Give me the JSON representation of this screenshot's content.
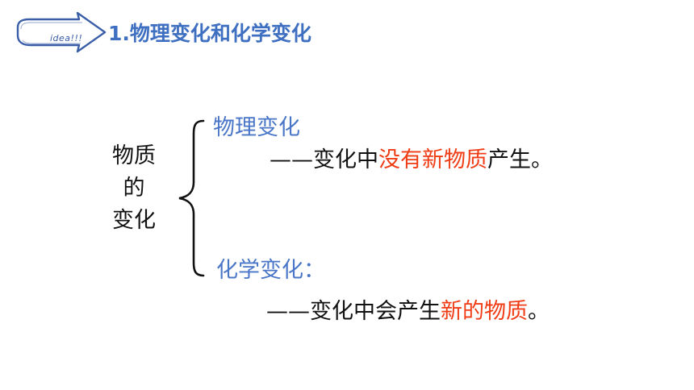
{
  "badge": {
    "text": "idea!!!",
    "color": "#3a5ea8"
  },
  "title": "1.物理变化和化学变化",
  "root": {
    "lines": [
      "物质",
      "的",
      "变化"
    ]
  },
  "branches": {
    "physical": {
      "title": "物理变化",
      "dash": "——",
      "prefix": "变化中",
      "highlight": "没有新物质",
      "suffix": "产生。"
    },
    "chemical": {
      "title": "化学变化：",
      "dash": "——",
      "prefix": "变化中会产生",
      "highlight": "新的物质",
      "suffix": "。"
    }
  },
  "colors": {
    "title_blue": "#3f6fc0",
    "branch_blue": "#4a76c8",
    "highlight_red": "#f03c14",
    "text_black": "#111111"
  }
}
